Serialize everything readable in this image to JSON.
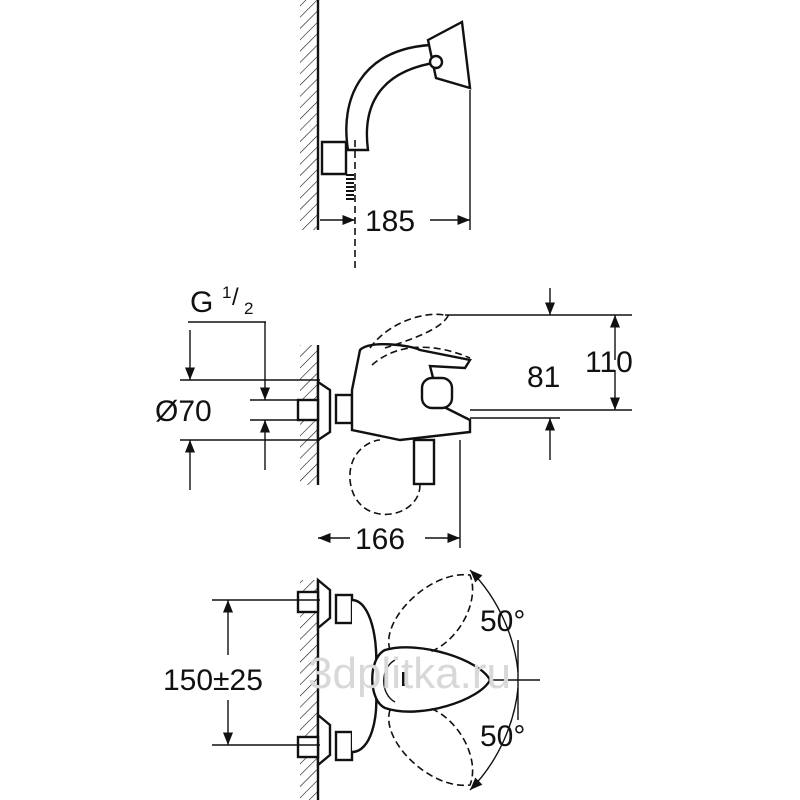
{
  "title": "Bath mixer with hand shower – dimension drawing",
  "dimensions": {
    "shower_reach": "185",
    "thread_label_main": "G",
    "thread_fraction_num": "1",
    "thread_fraction_den": "2",
    "rosette_diameter": "Ø70",
    "lever_height": "81",
    "total_height": "110",
    "spout_projection": "166",
    "center_distance": "150±25",
    "lever_angle_up": "50°",
    "lever_angle_down": "50°"
  },
  "watermark": "3dplitka.ru"
}
